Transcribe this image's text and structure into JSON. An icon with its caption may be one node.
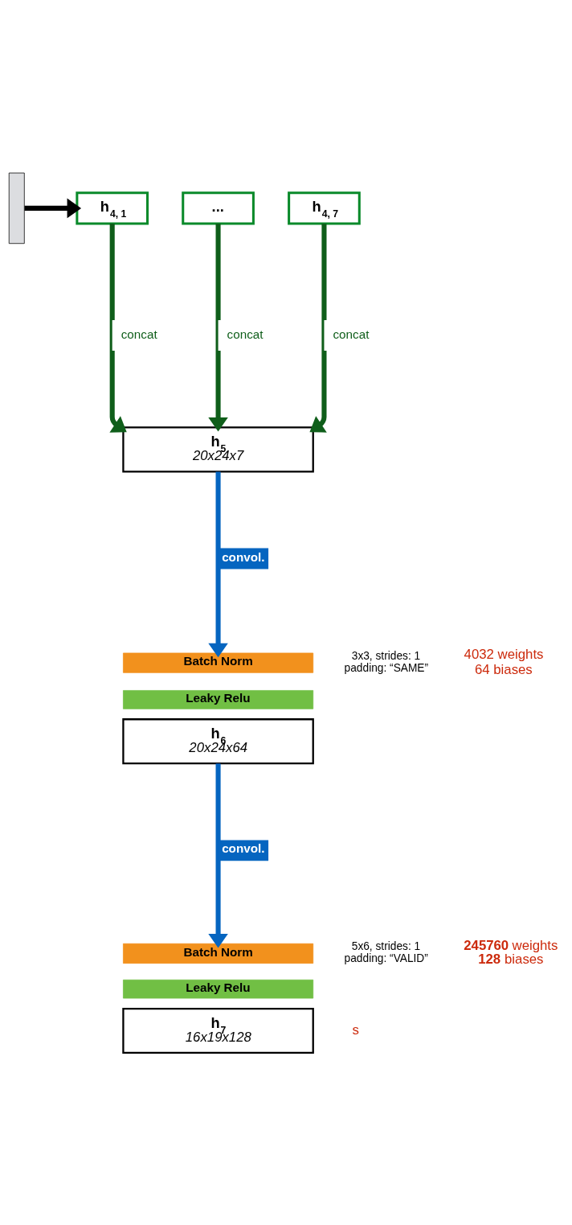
{
  "diagram": {
    "nodes": [
      {
        "text": [],
        "shape": "bar"
      },
      {
        "text": [
          "h$_{4, 1}$"
        ]
      },
      {
        "text": [
          "..."
        ]
      },
      {
        "text": [
          "h$_{4, 7}$"
        ]
      },
      {
        "text": [
          "h$_{5}$",
          "20x24x7"
        ]
      },
      {
        "text": [
          "Batch Norm"
        ]
      },
      {
        "text": [
          "Leaky Relu"
        ]
      },
      {
        "text": [
          "h$_{6}$",
          "20x24x64"
        ]
      },
      {
        "text": [
          "Batch Norm"
        ]
      },
      {
        "text": [
          "Leaky Relu"
        ]
      },
      {
        "text": [
          "h$_{7}$",
          "16x19x128"
        ]
      }
    ],
    "edges": [
      {
        "from": 0,
        "to": 1,
        "arrow": "to",
        "color": "#000000"
      },
      {
        "from": 1,
        "to": 4,
        "arrow": "to",
        "label": "concat"
      },
      {
        "from": 2,
        "to": 4,
        "arrow": "to",
        "label": "concat"
      },
      {
        "from": 3,
        "to": 4,
        "arrow": "to",
        "label": "concat"
      },
      {
        "from": 4,
        "to": 5,
        "arrow": "to",
        "label": "convol.",
        "color": "#0565c0"
      },
      {
        "from": 7,
        "to": 8,
        "arrow": "to",
        "label": "convol.",
        "color": "#0565c0"
      }
    ],
    "labels": [
      "3x3, strides: 1 padding: “SAME”",
      "4032 weights 64 biases",
      "5x6, strides: 1 padding: “VALID”",
      "**245760** weights **128** biases",
      "s"
    ]
  }
}
